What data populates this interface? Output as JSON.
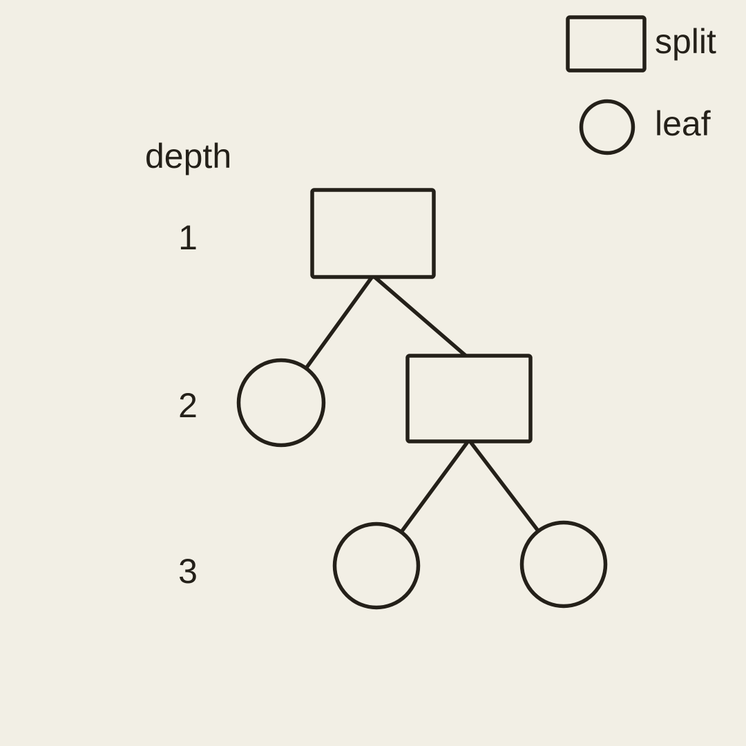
{
  "canvas": {
    "background_color": "#f2efe5",
    "stroke_color": "#242019"
  },
  "legend": {
    "items": [
      {
        "shape": "rectangle",
        "label": "split"
      },
      {
        "shape": "circle",
        "label": "leaf"
      }
    ]
  },
  "axis": {
    "title": "depth",
    "levels": [
      "1",
      "2",
      "3"
    ]
  },
  "diagram": {
    "type": "binary-decision-tree",
    "nodes": [
      {
        "id": "root",
        "type": "split",
        "depth": 1
      },
      {
        "id": "left-leaf",
        "type": "leaf",
        "depth": 2
      },
      {
        "id": "right-split",
        "type": "split",
        "depth": 2
      },
      {
        "id": "bottom-left-leaf",
        "type": "leaf",
        "depth": 3
      },
      {
        "id": "bottom-right-leaf",
        "type": "leaf",
        "depth": 3
      }
    ],
    "edges": [
      {
        "from": "root",
        "to": "left-leaf"
      },
      {
        "from": "root",
        "to": "right-split"
      },
      {
        "from": "right-split",
        "to": "bottom-left-leaf"
      },
      {
        "from": "right-split",
        "to": "bottom-right-leaf"
      }
    ]
  }
}
